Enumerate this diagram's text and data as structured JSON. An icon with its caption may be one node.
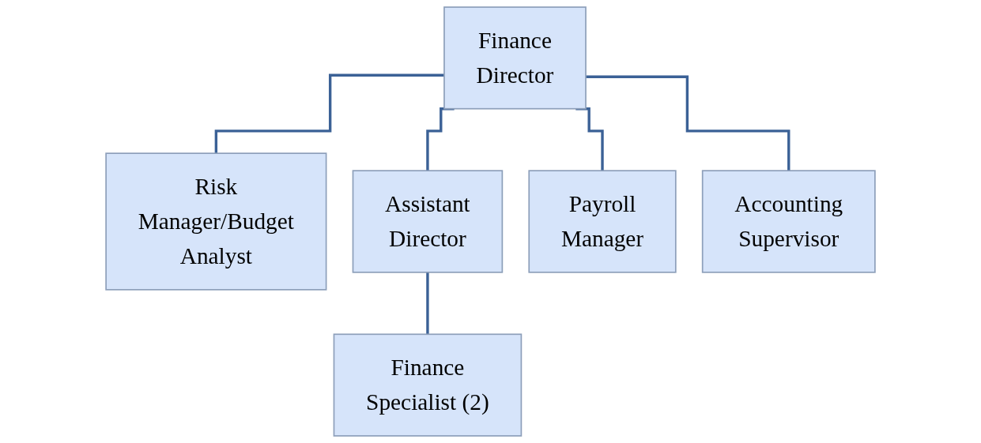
{
  "diagram": {
    "nodes": [
      {
        "text": [
          "Finance Director"
        ]
      },
      {
        "text": [
          "Risk Manager/Budget Analyst"
        ]
      },
      {
        "text": [
          "Assistant Director"
        ]
      },
      {
        "text": [
          "Payroll Manager"
        ]
      },
      {
        "text": [
          "Accounting Supervisor"
        ]
      },
      {
        "text": [
          "Finance Specialist (2)"
        ]
      }
    ],
    "edges": [
      {
        "from": 0,
        "to": 1,
        "arrow": "none"
      },
      {
        "from": 0,
        "to": 2,
        "arrow": "none"
      },
      {
        "from": 0,
        "to": 3,
        "arrow": "none"
      },
      {
        "from": 0,
        "to": 4,
        "arrow": "none"
      },
      {
        "from": 2,
        "to": 5,
        "arrow": "none"
      }
    ]
  }
}
